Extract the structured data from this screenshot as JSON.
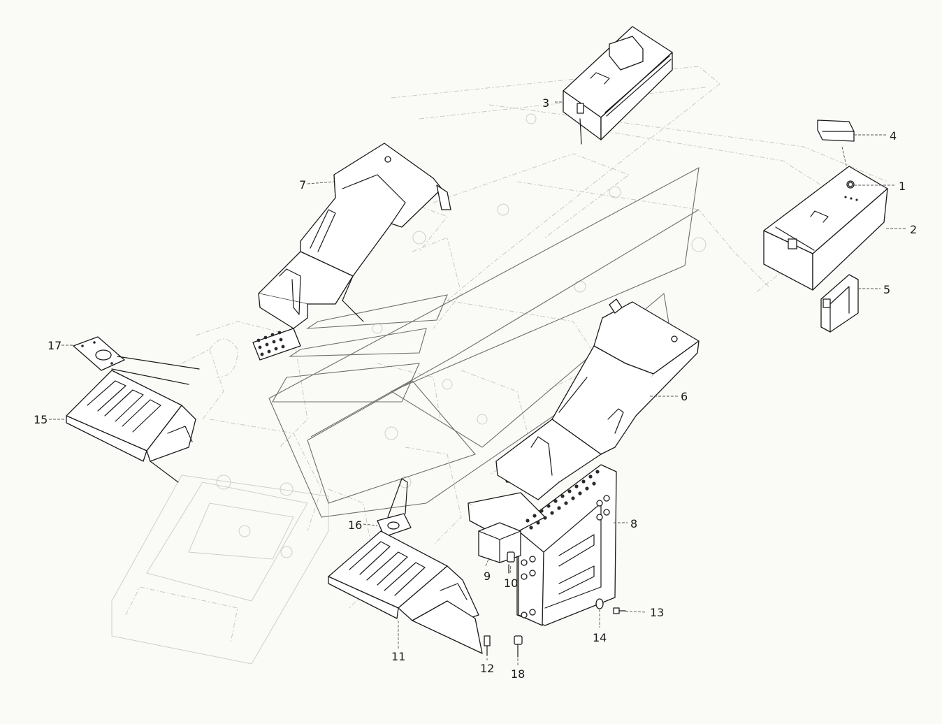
{
  "diagram": {
    "type": "exploded-parts-diagram",
    "callouts": [
      {
        "id": "1",
        "label": "1"
      },
      {
        "id": "2",
        "label": "2"
      },
      {
        "id": "3",
        "label": "3"
      },
      {
        "id": "4",
        "label": "4"
      },
      {
        "id": "5",
        "label": "5"
      },
      {
        "id": "6",
        "label": "6"
      },
      {
        "id": "7",
        "label": "7"
      },
      {
        "id": "8",
        "label": "8"
      },
      {
        "id": "9",
        "label": "9"
      },
      {
        "id": "10",
        "label": "10"
      },
      {
        "id": "11",
        "label": "11"
      },
      {
        "id": "12",
        "label": "12"
      },
      {
        "id": "13",
        "label": "13"
      },
      {
        "id": "14",
        "label": "14"
      },
      {
        "id": "15",
        "label": "15"
      },
      {
        "id": "16",
        "label": "16"
      },
      {
        "id": "17",
        "label": "17"
      },
      {
        "id": "18",
        "label": "18"
      }
    ],
    "colors": {
      "background": "#fafaf6",
      "part_stroke": "#1a1a1a",
      "ghost_stroke": "#c9c9c4",
      "chevron_stroke": "#6d6d6d"
    }
  }
}
